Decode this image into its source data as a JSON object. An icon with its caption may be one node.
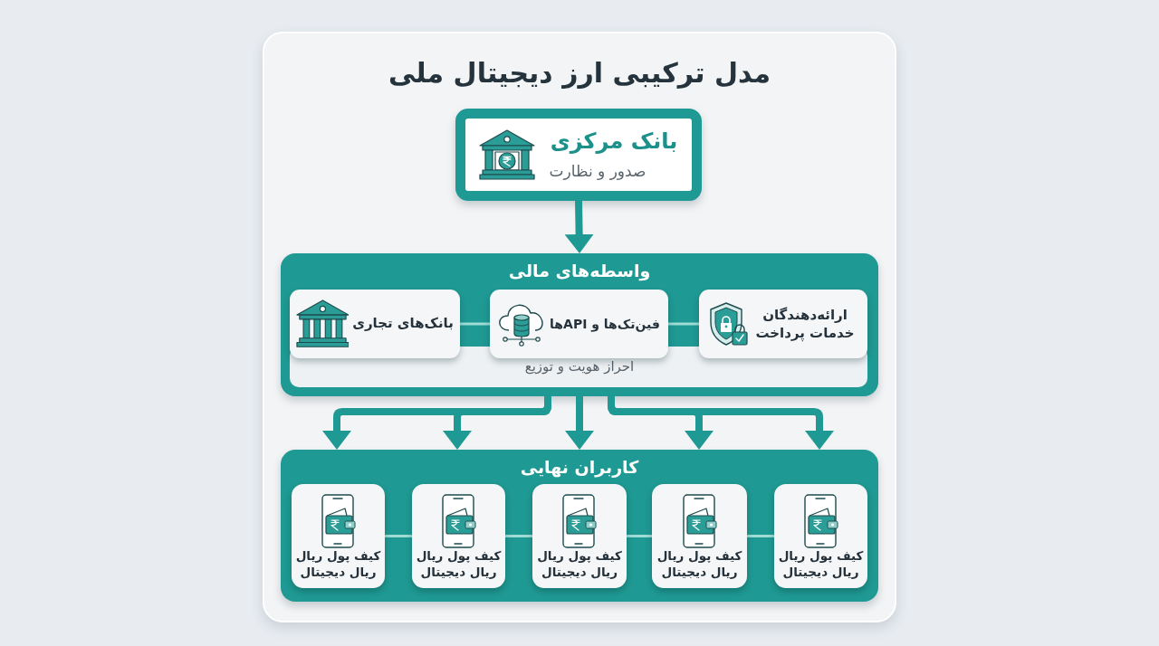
{
  "diagram": {
    "title": "مدل ترکیبی ارز دیجیتال ملی",
    "nodes": [
      {
        "text": [
          "بانک مرکزی",
          "صدور و نظارت"
        ]
      },
      {
        "text": [
          "واسطه‌های مالی",
          "احراز هویت و توزیع"
        ]
      },
      {
        "text": [
          "ارائه‌دهندگان خدمات پرداخت"
        ],
        "in": 1
      },
      {
        "text": [
          "فین‌تک‌ها و APIها"
        ],
        "in": 1
      },
      {
        "text": [
          "بانک‌های تجاری"
        ],
        "in": 1
      },
      {
        "text": [
          "کاربران نهایی"
        ]
      },
      {
        "text": [
          "کیف پول ریال ریال دیجیتال"
        ],
        "in": 5
      },
      {
        "text": [
          "کیف پول ریال ریال دیجیتال"
        ],
        "in": 5
      },
      {
        "text": [
          "کیف پول ریال ریال دیجیتال"
        ],
        "in": 5
      },
      {
        "text": [
          "کیف پول ریال ریال دیجیتال"
        ],
        "in": 5
      },
      {
        "text": [
          "کیف پول ریال ریال دیجیتال"
        ],
        "in": 5
      }
    ],
    "edges": [
      {
        "from": 0,
        "to": 1,
        "arrow": "to",
        "style": "thick"
      },
      {
        "from": 1,
        "to": 5,
        "arrow": "to",
        "style": "thick"
      },
      {
        "from": 1,
        "to": 5,
        "arrow": "to",
        "style": "thick"
      },
      {
        "from": 1,
        "to": 5,
        "arrow": "to",
        "style": "thick"
      },
      {
        "from": 1,
        "to": 5,
        "arrow": "to",
        "style": "thick"
      },
      {
        "from": 1,
        "to": 5,
        "arrow": "to",
        "style": "thick"
      },
      {
        "from": 2,
        "to": 3,
        "arrow": "none",
        "color": "#9edcd6"
      },
      {
        "from": 3,
        "to": 4,
        "arrow": "none",
        "color": "#9edcd6"
      },
      {
        "from": 6,
        "to": 7,
        "arrow": "none",
        "color": "#9edcd6"
      },
      {
        "from": 7,
        "to": 8,
        "arrow": "none",
        "color": "#9edcd6"
      },
      {
        "from": 8,
        "to": 9,
        "arrow": "none",
        "color": "#9edcd6"
      },
      {
        "from": 9,
        "to": 10,
        "arrow": "none",
        "color": "#9edcd6"
      }
    ]
  }
}
